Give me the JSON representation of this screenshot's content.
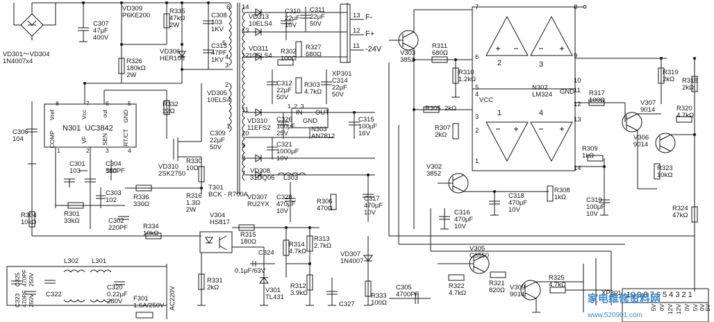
{
  "labels": {
    "vd301": "VD301～VD304\n1N4007x4",
    "c307": "C307\n47μF\n400V",
    "vd309": "VD309\nP6KE200",
    "r335": "R335\n47kΩ\n2W",
    "c308": "C308\n103\n1KV",
    "vd306": "VD306\nHER108",
    "c313": "C313\n47PF\n1KV",
    "r326": "R326\n180kΩ\n2W",
    "vd313": "VD313\n10ELS4",
    "c310": "C310\n22μF\n10V",
    "c311": "C311\n22μF\n50V",
    "vd311": "VD311\n10ELS4",
    "r302": "R302\n100Ω",
    "r327": "R327\n680Ω",
    "vd305": "VD305\n10ELS4",
    "c312": "C312\n22μF\n50V",
    "r303": "R303\n4.7kΩ",
    "c314": "C314\n22μF\n50V",
    "r332": "R332\n22Ω",
    "n301": "N301  UC3842",
    "vd310": "VD310\n11EFS2",
    "c326": "C326\n100μF\n25V",
    "n303": "N303\nAN7812",
    "c315": "C315\n100μF\n16V",
    "c309": "C309\n22μF\n50V",
    "c321": "C321\n1000μF\n10V",
    "vd308": "VD308\n31DQ06",
    "l303": "L303",
    "c306": "C306\n104",
    "c301": "C301\n103",
    "c304": "C304\n560PF",
    "c303": "C303\n102",
    "vd310b": "VD310\n2SK2750",
    "r330": "R330\n10Ω",
    "t301": "T301\nBCK - R700A",
    "vd307a": "VD307\nRU2YX",
    "c328": "C328\n470μF\n10V",
    "r306": "R306\n470Ω",
    "c317": "C317\n470μF\n10V",
    "r304": "R304\n10kΩ",
    "r301": "R301\n33kΩ",
    "c302": "C302\n220PF",
    "r336": "R336\n330Ω",
    "r316": "R316\n1.3Ω\n2W",
    "v304": "V304\nHS817",
    "r334": "R334\n10kΩ",
    "r315": "R315\n180Ω",
    "r314": "R314\n4.7kΩ",
    "r313": "R313\n2.7kΩ",
    "vd307b": "VD307\n1N4007",
    "c324": "C324",
    "c324v": "0.1μF/63V",
    "r331": "R331\n2kΩ",
    "v301": "V301\nTL431",
    "r312": "R312\n3.9kΩ",
    "c327": "C327",
    "r333": "R333\n100Ω",
    "c305": "C305\n4700PF",
    "l302": "L302",
    "l301": "L301",
    "c325": "C325\n470PF\n250V",
    "c323": "C323\n470PF\n250V",
    "c322": "C322",
    "c320": "C320\n0.22μF\n280V",
    "f301": "F301\n1.6A/250V",
    "ac220": "AC220V",
    "v303": "V303\n3852",
    "r311": "R311\n680Ω",
    "r310": "R310\n1.2kΩ",
    "n302": "N302\nLM324",
    "vcc": "VCC",
    "gnd": "GND",
    "r305": "R305  2kΩ",
    "r307": "R307\n2kΩ",
    "v302": "V302\n3852",
    "c318": "C318\n470μF\n10V",
    "r308": "R308\n1kΩ",
    "c316": "C316\n470μF\n10V",
    "c319": "C319\n100μF\n10V",
    "r309": "R309\n1kΩ",
    "r317": "R317\n100Ω",
    "r319": "R319\n2kΩ",
    "r318": "R318\n2kΩ",
    "v307": "V307\n9014",
    "r320": "R320\n4.7kΩ",
    "v306": "V306\n9014",
    "r323": "R323\n10kΩ",
    "r324": "R324\n47kΩ",
    "v305": "V305\nC8550",
    "r322": "R322\n4.7kΩ",
    "r321": "R321\n820Ω",
    "v309": "V309\n9014",
    "r325": "R325\n4.7kΩ",
    "xp301": "XP301",
    "xp301b": "XP301",
    "f_minus": "F-",
    "f_plus": "F+",
    "minus24": "-24V",
    "pin14": "14",
    "pin13": "13",
    "pin12": "12",
    "pin11": "11",
    "ic_in": "IN",
    "ic_out": "OUT",
    "ic_gnd": "GND",
    "ic_pins": "1  2  3",
    "uc_vref": "Vref",
    "uc_vcc": "Vcc",
    "uc_out": "out",
    "uc_gnd": "GND",
    "uc_comp": "COMP",
    "uc_vf": "VF",
    "uc_sen": "SEN",
    "uc_rtct": "RT/CT",
    "uc_p8": "8",
    "uc_p7": "7",
    "uc_p6": "6",
    "uc_p5": "5",
    "uc_p1": "1",
    "uc_p2": "2",
    "uc_p3": "3",
    "uc_p4": "4",
    "lm_p7": "7",
    "lm_p8": "8",
    "lm_p6": "6",
    "lm_p5": "5",
    "lm_p4": "4",
    "lm_p3": "3",
    "lm_p2": "2",
    "lm_p1": "1",
    "lm_p9": "9",
    "lm_p10": "10",
    "lm_p11": "11",
    "lm_p12": "12",
    "lm_p13": "13",
    "lm_p14": "14",
    "op2": "2",
    "op3": "3",
    "op4": "4",
    "op1": "1",
    "t_p6": "6",
    "t_p5": "5",
    "t_p4": "4",
    "t_p3": "3",
    "t_p2": "2",
    "t_p1": "1",
    "t_p14": "14",
    "t_p13": "13",
    "t_p12": "12",
    "t_p11": "11",
    "t_p10": "10",
    "t_p9": "9",
    "t_p8": "8",
    "t_p7": "7",
    "conn_pins": "10 9 8 7 6 5 4 3 2 1",
    "conn_volts": [
      "5V",
      "0V",
      "12V",
      "12V",
      "0V",
      "5V",
      "0V",
      "5V"
    ],
    "watermark": "家电维修资料网",
    "watermark_url": "www.520901.com"
  }
}
